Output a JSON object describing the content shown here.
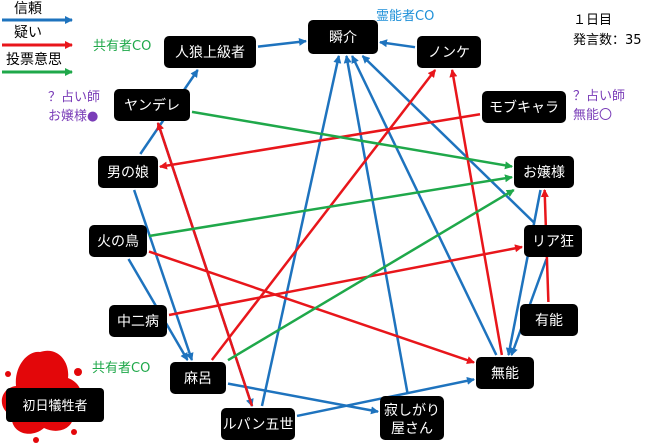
{
  "legend": [
    {
      "label": "信頼",
      "color": "#1E73BE"
    },
    {
      "label": "疑い",
      "color": "#E8161B"
    },
    {
      "label": "投票意思",
      "color": "#1FA84A"
    }
  ],
  "status": {
    "day": "１日目",
    "statements": "発言数：35"
  },
  "annotations": {
    "medium_co": "霊能者CO",
    "sharer_co_top": "共有者CO",
    "sharer_co_bottom": "共有者CO",
    "seer_q_left_1": "？占い師",
    "seer_q_left_2": "お嬢様●",
    "seer_q_right_1": "？占い師",
    "seer_q_right_2": "無能〇",
    "first_victim": "初日犠牲者"
  },
  "nodes": [
    {
      "id": "shunsuke",
      "label": "瞬介"
    },
    {
      "id": "jinrou",
      "label": "人狼上級者"
    },
    {
      "id": "nonke",
      "label": "ノンケ"
    },
    {
      "id": "yandere",
      "label": "ヤンデレ"
    },
    {
      "id": "mobu",
      "label": "モブキャラ"
    },
    {
      "id": "otoko",
      "label": "男の娘"
    },
    {
      "id": "ojou",
      "label": "お嬢様"
    },
    {
      "id": "hinotori",
      "label": "火の鳥"
    },
    {
      "id": "riajuu",
      "label": "リア狂"
    },
    {
      "id": "chuuni",
      "label": "中二病"
    },
    {
      "id": "yuunou",
      "label": "有能"
    },
    {
      "id": "maro",
      "label": "麻呂"
    },
    {
      "id": "munou",
      "label": "無能"
    },
    {
      "id": "lupin",
      "label": "ルパン五世"
    },
    {
      "id": "sabishi",
      "label": "寂しがり屋さん"
    }
  ],
  "edges": [
    {
      "from": "jinrou",
      "to": "shunsuke",
      "type": "trust"
    },
    {
      "from": "nonke",
      "to": "shunsuke",
      "type": "trust"
    },
    {
      "from": "riajuu",
      "to": "shunsuke",
      "type": "trust"
    },
    {
      "from": "munou",
      "to": "shunsuke",
      "type": "trust"
    },
    {
      "from": "sabishi",
      "to": "shunsuke",
      "type": "trust"
    },
    {
      "from": "lupin",
      "to": "shunsuke",
      "type": "trust"
    },
    {
      "from": "otoko",
      "to": "jinrou",
      "type": "trust"
    },
    {
      "from": "yandere",
      "to": "lupin",
      "type": "trust"
    },
    {
      "from": "otoko",
      "to": "maro",
      "type": "trust"
    },
    {
      "from": "hinotori",
      "to": "maro",
      "type": "trust"
    },
    {
      "from": "maro",
      "to": "sabishi",
      "type": "trust"
    },
    {
      "from": "lupin",
      "to": "munou",
      "type": "trust"
    },
    {
      "from": "riajuu",
      "to": "munou",
      "type": "trust"
    },
    {
      "from": "ojou",
      "to": "munou",
      "type": "trust"
    },
    {
      "from": "maro",
      "to": "nonke",
      "type": "doubt"
    },
    {
      "from": "mobu",
      "to": "otoko",
      "type": "doubt"
    },
    {
      "from": "hinotori",
      "to": "munou",
      "type": "doubt"
    },
    {
      "from": "chuuni",
      "to": "riajuu",
      "type": "doubt"
    },
    {
      "from": "munou",
      "to": "nonke",
      "type": "doubt"
    },
    {
      "from": "lupin",
      "to": "yandere",
      "type": "doubt"
    },
    {
      "from": "yuunou",
      "to": "ojou",
      "type": "doubt"
    },
    {
      "from": "yandere",
      "to": "ojou",
      "type": "vote"
    },
    {
      "from": "hinotori",
      "to": "ojou",
      "type": "vote"
    },
    {
      "from": "maro",
      "to": "ojou",
      "type": "vote"
    }
  ]
}
